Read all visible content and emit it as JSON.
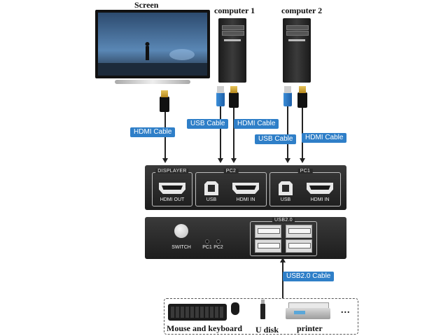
{
  "title_screen": "Screen",
  "title_computer1": "computer 1",
  "title_computer2": "computer 2",
  "cables": {
    "hdmi_screen": "HDMI Cable",
    "usb_pc1": "USB Cable",
    "hdmi_pc1": "HDMI Cable",
    "usb_pc2": "USB Cable",
    "hdmi_pc2": "HDMI Cable",
    "usb20": "USB2.0 Cable"
  },
  "back_panel": {
    "displayer_title": "DISPLAYER",
    "hdmi_out_label": "HDMI OUT",
    "pc2_title": "PC2",
    "pc1_title": "PC1",
    "usb_label": "USB",
    "hdmi_in_label": "HDMI IN"
  },
  "front_panel": {
    "switch_label": "SWITCH",
    "pc1_led_label": "PC1",
    "pc2_led_label": "PC2",
    "usb20_title": "USB2.0"
  },
  "peripherals": {
    "mouse_keyboard": "Mouse and keyboard",
    "udisk": "U disk",
    "printer": "printer",
    "more": "..."
  },
  "colors": {
    "cable_label_bg": "#2f7fc8",
    "device_body": "#262626"
  }
}
